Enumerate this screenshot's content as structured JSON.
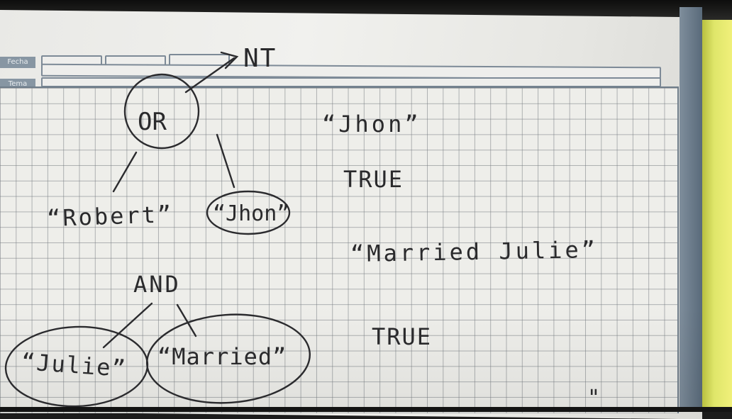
{
  "header": {
    "label_1": "Fecha",
    "label_2": "Tema"
  },
  "tree": {
    "top_node": "OR",
    "arrow_label": "NT",
    "left_leaf": "“Robert”",
    "right_leaf": "“Jhon”",
    "second_node": "AND",
    "and_left": "“Julie”",
    "and_right": "“Married”"
  },
  "notes": {
    "line1": "“Jhon”",
    "line2": "TRUE",
    "line3": "“Married Julie”",
    "line4": "TRUE",
    "line5": "\""
  }
}
